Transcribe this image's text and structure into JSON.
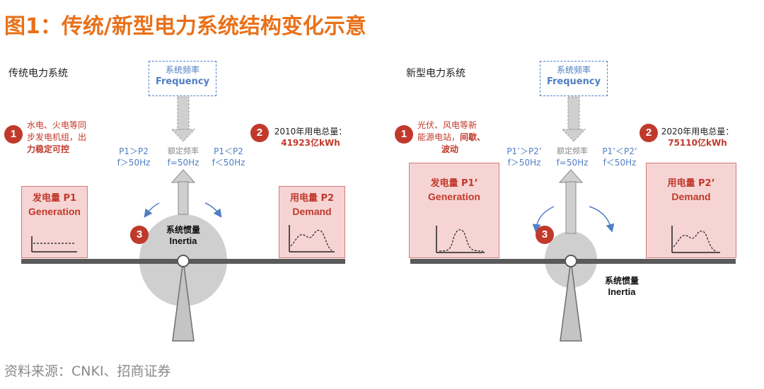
{
  "title": "图1：传统/新型电力系统结构变化示意",
  "source": "资料来源：CNKI、招商证券",
  "left_panel": {
    "heading": "传统电力系统",
    "freq_cn": "系统频率",
    "freq_en": "Frequency",
    "badge1": "1",
    "gen_note_lines": [
      "水电、火电等同",
      "步发电机组，出",
      "力稳定可控"
    ],
    "badge2": "2",
    "demand_note_l1": "2010年用电总量：",
    "demand_note_l2": "41923亿kWh",
    "badge3": "3",
    "left_cond_l1": "P1＞P2",
    "left_cond_l2": "f＞50Hz",
    "rated_l1": "额定频率",
    "rated_l2": "f=50Hz",
    "right_cond_l1": "P1＜P2",
    "right_cond_l2": "f＜50Hz",
    "gen_box_cn": "发电量 P1",
    "gen_box_en": "Generation",
    "demand_box_cn": "用电量 P2",
    "demand_box_en": "Demand",
    "inertia_cn": "系统惯量",
    "inertia_en": "Inertia"
  },
  "right_panel": {
    "heading": "新型电力系统",
    "freq_cn": "系统频率",
    "freq_en": "Frequency",
    "badge1": "1",
    "gen_note_l1": "光伏、风电等新",
    "gen_note_l2": "能源电站，",
    "gen_note_l2b": "间歇、",
    "gen_note_l3": "波动",
    "badge2": "2",
    "demand_note_l1": "2020年用电总量：",
    "demand_note_l2": "75110亿kWh",
    "badge3": "3",
    "left_cond_l1": "P1’＞P2’",
    "left_cond_l2": "f＞50Hz",
    "rated_l1": "额定频率",
    "rated_l2": "f=50Hz",
    "right_cond_l1": "P1’＜P2’",
    "right_cond_l2": "f＜50Hz",
    "gen_box_cn": "发电量 P1’",
    "gen_box_en": "Generation",
    "demand_box_cn": "用电量 P2’",
    "demand_box_en": "Demand",
    "inertia_cn": "系统惯量",
    "inertia_en": "Inertia"
  },
  "colors": {
    "title": "#e8711a",
    "accent_blue": "#4f7fc4",
    "accent_red": "#c0392b",
    "box_fill": "#f6d4d4",
    "gray": "#c8c8c8"
  }
}
